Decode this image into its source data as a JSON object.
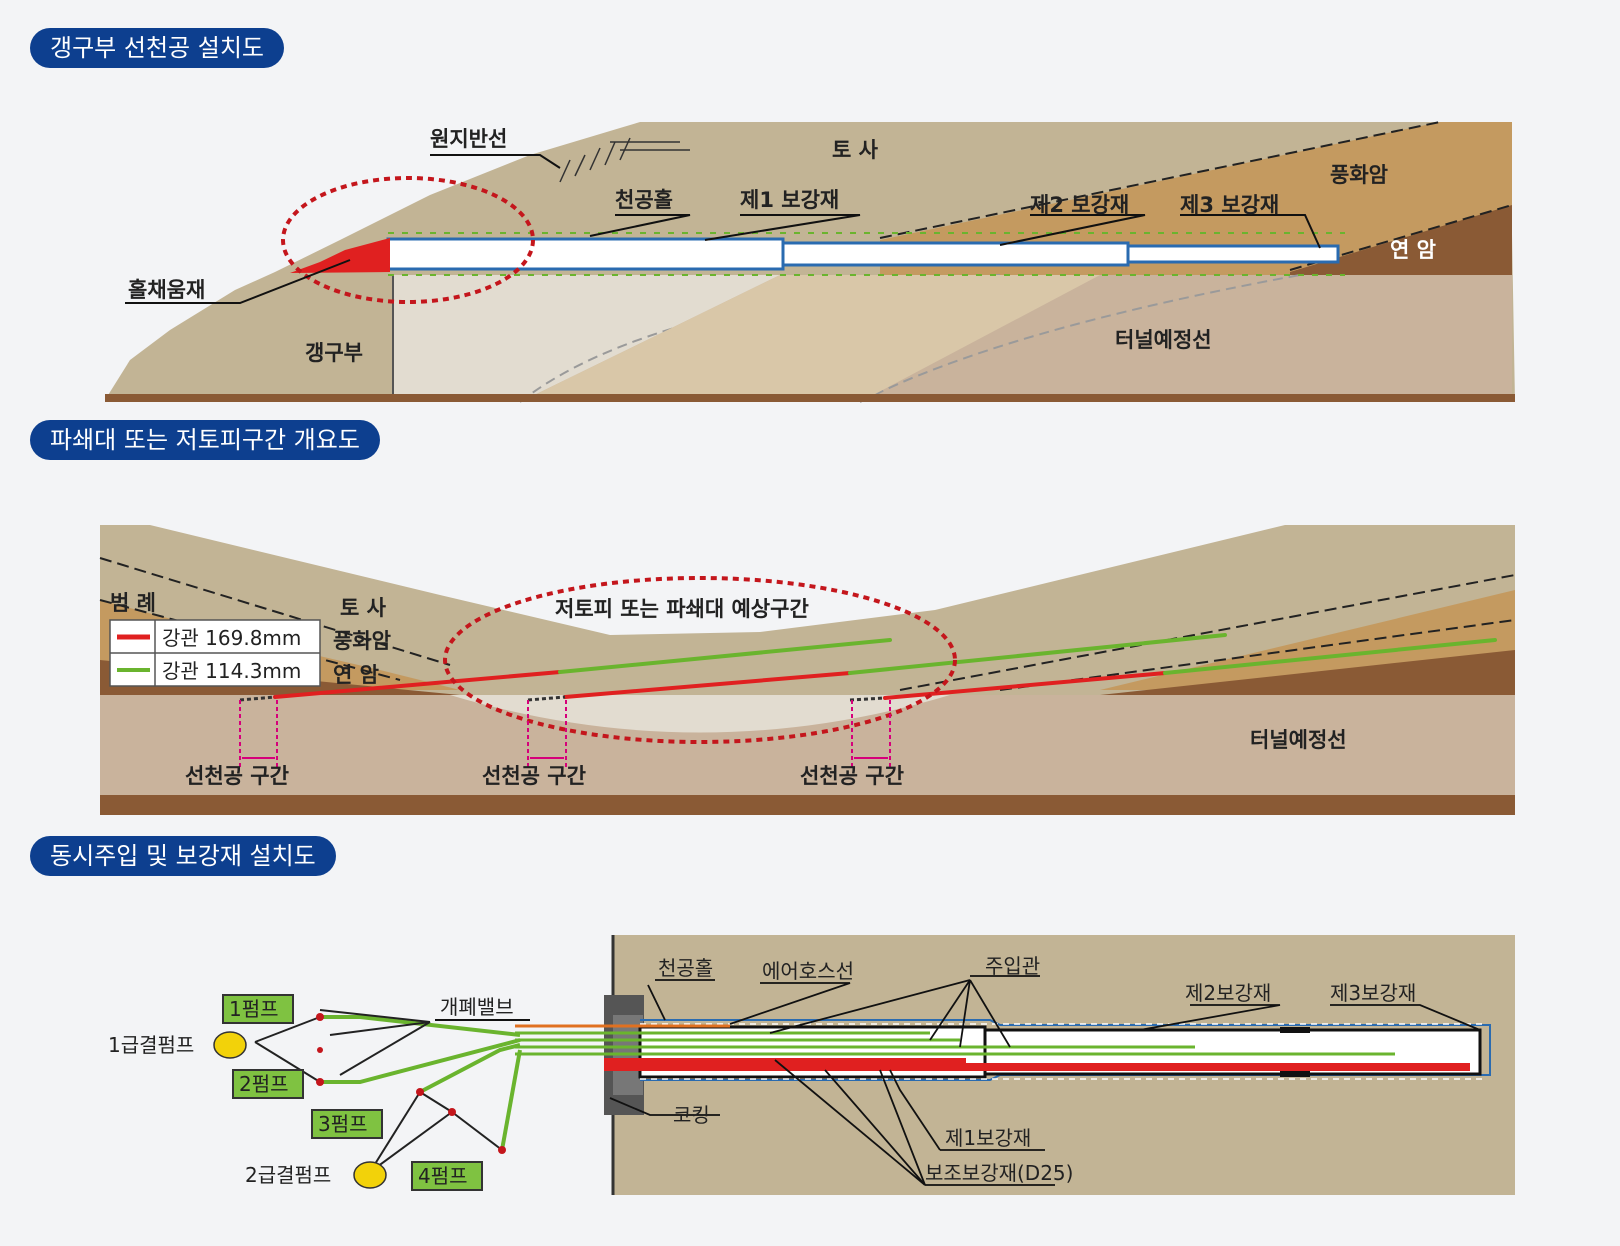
{
  "sections": [
    {
      "title": "갱구부 선천공 설치도"
    },
    {
      "title": "파쇄대 또는 저토피구간 개요도"
    },
    {
      "title": "동시주입 및 보강재 설치도"
    }
  ],
  "diagram1": {
    "labels": {
      "ground_line": "원지반선",
      "soil": "토 사",
      "weathered_rock": "풍화암",
      "soft_rock": "연 암",
      "drill_hole": "천공홀",
      "reinforce1": "제1 보강재",
      "reinforce2": "제2 보강재",
      "reinforce3": "제3 보강재",
      "hole_filler": "홀채움재",
      "portal": "갱구부",
      "tunnel_line": "터널예정선"
    }
  },
  "diagram2": {
    "zone_label": "저토피 또는 파쇄대 예상구간",
    "legend": {
      "title": "범 례",
      "items": [
        {
          "label": "강관 169.8mm",
          "color": "#e02020"
        },
        {
          "label": "강관 114.3mm",
          "color": "#6ab42e"
        }
      ]
    },
    "layers": {
      "soil": "토 사",
      "weathered_rock": "풍화암",
      "soft_rock": "연 암"
    },
    "section_label_1": "선천공 구간",
    "section_label_2": "선천공 구간",
    "section_label_3": "선천공 구간",
    "tunnel_line": "터널예정선"
  },
  "diagram3": {
    "pumps": {
      "p1": "1펌프",
      "p2": "2펌프",
      "p3": "3펌프",
      "p4": "4펌프"
    },
    "feed_pump_1": "1급결펌프",
    "feed_pump_2": "2급결펌프",
    "valve": "개폐밸브",
    "labels": {
      "drill_hole": "천공홀",
      "air_hose": "에어호스선",
      "injection_pipe": "주입관",
      "reinforce2": "제2보강재",
      "reinforce3": "제3보강재",
      "caulking": "코킹",
      "reinforce1": "제1보강재",
      "aux_reinforce": "보조보강재(D25)"
    }
  },
  "colors": {
    "pill": "#0d3f8f",
    "soil": "#c2b495",
    "weathered": "#c49a60",
    "soft_rock": "#8a5a35",
    "tunnel": "#c9b39c",
    "red_pipe": "#e02020",
    "green_pipe": "#6ab42e",
    "pump_box": "#7fc241",
    "feed_pump": "#f2d20a"
  }
}
